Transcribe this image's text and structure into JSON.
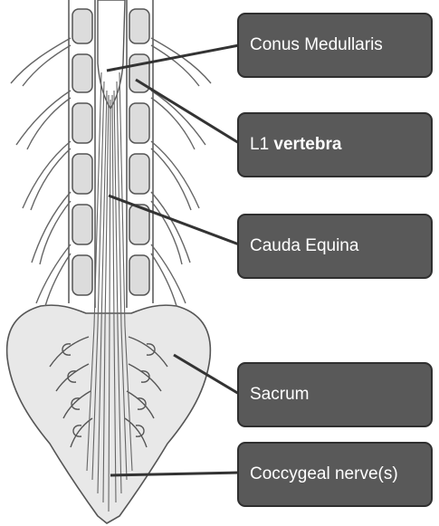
{
  "labels": {
    "conus": "Conus Medullaris",
    "l1_prefix": "L1",
    "l1_bold": "vertebra",
    "cauda": "Cauda Equina",
    "sacrum": "Sacrum",
    "coccygeal": "Coccygeal nerve(s)"
  },
  "colors": {
    "box_fill": "#595959",
    "box_border": "#2f2f2f",
    "label_text": "#ffffff",
    "leader_line": "#333333",
    "bone_fill": "#e8e8e8",
    "outline": "#555555"
  }
}
